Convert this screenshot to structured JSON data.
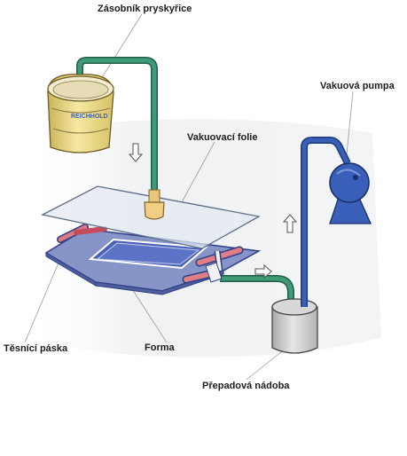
{
  "labels": {
    "resin_container": "Zásobník pryskyřice",
    "vacuum_foil": "Vakuovací folie",
    "vacuum_pump": "Vakuová pumpa",
    "sealing_tape": "Těsnící páska",
    "mold": "Forma",
    "overflow_vessel": "Přepadová nádoba"
  },
  "brand_logo": "REICHHOLD",
  "colors": {
    "resin_line": "#3f9a78",
    "vacuum_line": "#3a5fb8",
    "mold_fill": "#8794c7",
    "bucket": "#ecdc86",
    "vessel": "#c9c9c9",
    "pump": "#3a5fb8"
  }
}
